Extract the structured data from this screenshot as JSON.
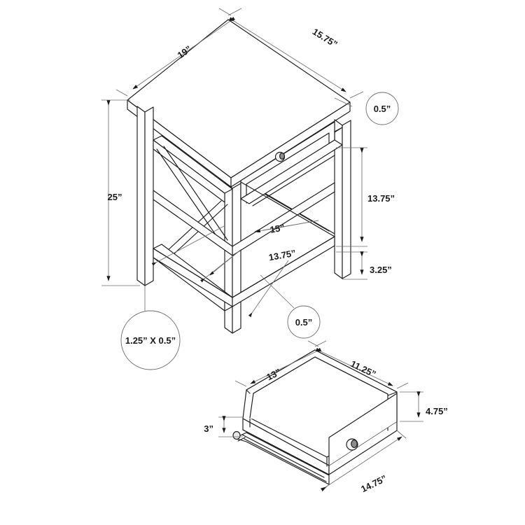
{
  "drawing": {
    "title": "Accent End Table Technical Drawing",
    "background_color": "#ffffff",
    "line_color": "#1a1a1a",
    "dimension_line_color": "#6e6e6e",
    "unit_symbol": "”"
  },
  "main_view": {
    "name": "side-table-isometric",
    "dimensions": {
      "top_width": "19”",
      "top_depth": "15.75”",
      "overall_height": "25”",
      "shelf_to_apron_height": "13.75”",
      "shelf_to_floor_height": "3.25”",
      "shelf_width": "15”",
      "shelf_depth": "13.75”"
    },
    "callouts": [
      {
        "id": "top-thickness",
        "text": "0.5”"
      },
      {
        "id": "shelf-thickness",
        "text": "0.5”"
      },
      {
        "id": "leg-section",
        "text": "1.25” X 0.5”"
      }
    ]
  },
  "drawer_view": {
    "name": "drawer-box-isometric",
    "dimensions": {
      "side_length": "13”",
      "back_width": "11.25”",
      "front_height": "4.75”",
      "box_height": "3”",
      "front_width": "14.75”"
    }
  },
  "labels": {
    "d_19": "19”",
    "d_1575": "15.75”",
    "d_25": "25”",
    "d_1375_right": "13.75”",
    "d_325": "3.25”",
    "d_15": "15”",
    "d_1375_shelf": "13.75”",
    "c_05_top": "0.5”",
    "c_05_shelf": "0.5”",
    "c_leg": "1.25” X 0.5”",
    "d_13": "13”",
    "d_1125": "11.25”",
    "d_475": "4.75”",
    "d_3": "3”",
    "d_1475": "14.75”"
  }
}
